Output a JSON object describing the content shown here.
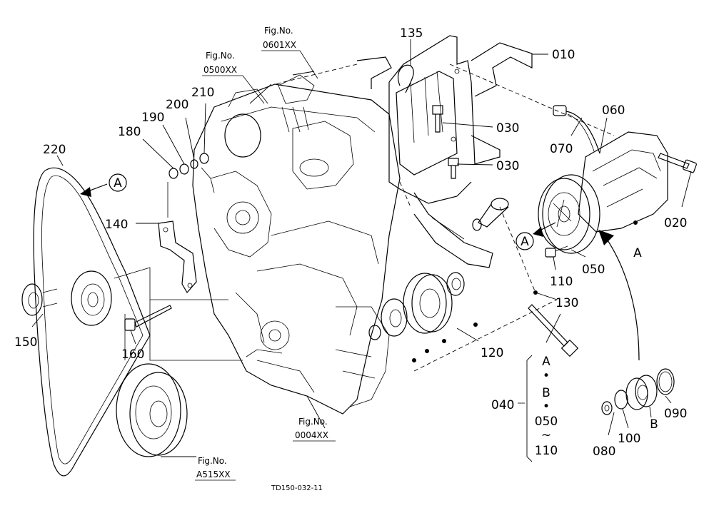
{
  "callouts": {
    "p010": "010",
    "p020": "020",
    "p030a": "030",
    "p030b": "030",
    "p040": "040",
    "p050": "050",
    "p060": "060",
    "p070": "070",
    "p080": "080",
    "p090": "090",
    "p100": "100",
    "p110": "110",
    "p120": "120",
    "p130": "130",
    "p135": "135",
    "p140": "140",
    "p150": "150",
    "p160": "160",
    "p180": "180",
    "p190": "190",
    "p200": "200",
    "p210": "210",
    "p220": "220"
  },
  "group_040": {
    "line1": "A",
    "dot1": "•",
    "line2": "B",
    "dot2": "•",
    "line3": "050",
    "tilde": "~",
    "line4": "110"
  },
  "markers": {
    "a_belt": "A",
    "a_pulley": "A",
    "a_compressor": "A",
    "b_bearing": "B"
  },
  "figure_refs": [
    {
      "title": "Fig.No.",
      "number": "0601XX"
    },
    {
      "title": "Fig.No.",
      "number": "0500XX"
    },
    {
      "title": "Fig.No.",
      "number": "0004XX"
    },
    {
      "title": "Fig.No.",
      "number": "A515XX"
    }
  ],
  "drawing_id": "TD150-032-11"
}
